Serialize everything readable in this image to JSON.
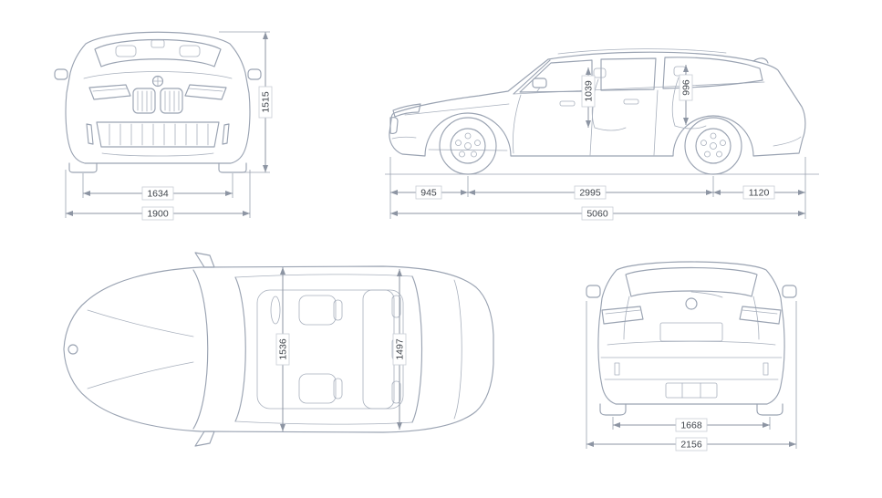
{
  "colors": {
    "car_line": "#9aa3b2",
    "dimension_line": "#8d95a3",
    "label_text": "#3f444b",
    "label_box_border": "#c9ced6",
    "background": "#ffffff"
  },
  "views": {
    "front": {
      "height": "1515",
      "track_width": "1634",
      "body_width": "1900"
    },
    "side": {
      "front_headroom": "1039",
      "rear_headroom": "996",
      "front_overhang": "945",
      "wheelbase": "2995",
      "rear_overhang": "1120",
      "overall_length": "5060"
    },
    "top": {
      "front_interior_width": "1536",
      "rear_interior_width": "1497"
    },
    "rear": {
      "rear_track": "1668",
      "width_incl_mirrors": "2156"
    }
  }
}
